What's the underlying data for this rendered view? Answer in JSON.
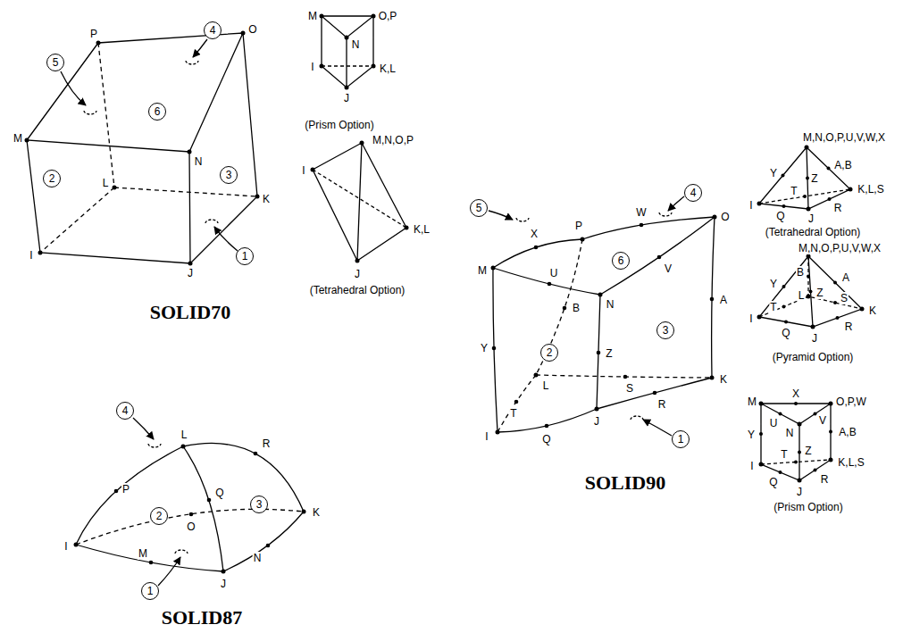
{
  "diagram": {
    "labels": [
      "M",
      "P",
      "O",
      "N",
      "L",
      "K",
      "I",
      "J",
      "5",
      "4",
      "6",
      "2",
      "3",
      "1",
      "SOLID70",
      "M",
      "O,P",
      "N",
      "I",
      "K,L",
      "J",
      "(Prism Option)",
      "I",
      "M,N,O,P",
      "K,L",
      "J",
      "(Tetrahedral Option)",
      "L",
      "P",
      "Q",
      "R",
      "O",
      "K",
      "M",
      "N",
      "I",
      "J",
      "4",
      "2",
      "3",
      "1",
      "SOLID87",
      "P",
      "X",
      "W",
      "4",
      "5",
      "O",
      "M",
      "U",
      "B",
      "N",
      "6",
      "2",
      "3",
      "V",
      "A",
      "Y",
      "L",
      "T",
      "Z",
      "S",
      "I",
      "Q",
      "J",
      "R",
      "1",
      "K",
      "SOLID90",
      "M,N,O,P,U,V,W,X",
      "Y",
      "A,B",
      "Z",
      "T",
      "K,L,S",
      "I",
      "Q",
      "J",
      "R",
      "(Tetrahedral Option)",
      "M,N,O,P,U,V,W,X",
      "Y",
      "A",
      "B",
      "L",
      "Z",
      "S",
      "T",
      "K",
      "I",
      "Q",
      "J",
      "R",
      "(Pyramid Option)",
      "M",
      "X",
      "O,P,W",
      "U",
      "V",
      "N",
      "Y",
      "A,B",
      "T",
      "Z",
      "K,L,S",
      "I",
      "Q",
      "J",
      "R",
      "(Prism Option)"
    ]
  }
}
